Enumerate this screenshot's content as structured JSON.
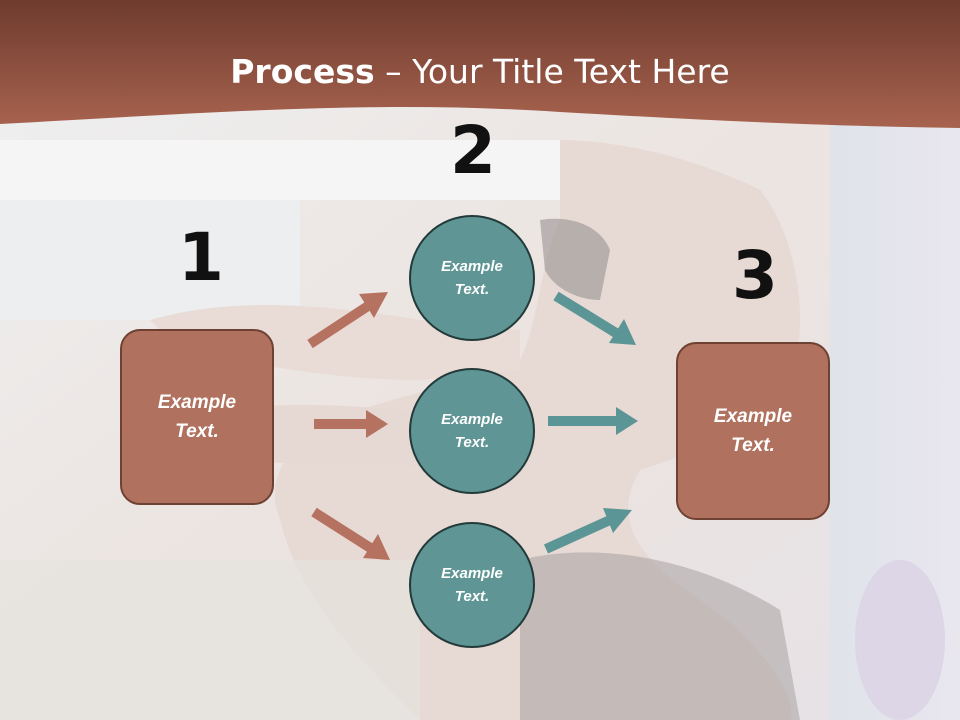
{
  "title": {
    "bold": "Process",
    "dash": " – ",
    "rest": "Your Title Text Here"
  },
  "step_numbers": [
    "1",
    "2",
    "3"
  ],
  "boxes": [
    {
      "line1": "Example",
      "line2": "Text."
    },
    {
      "line1": "Example",
      "line2": "Text."
    }
  ],
  "circles": [
    {
      "line1": "Example",
      "line2": "Text."
    },
    {
      "line1": "Example",
      "line2": "Text."
    },
    {
      "line1": "Example",
      "line2": "Text."
    }
  ],
  "colors": {
    "header": "#8a5040",
    "box_fill": "#b0725f",
    "circle_fill": "#5f9595",
    "arrow_left": "#b67260",
    "arrow_right": "#5c9595"
  }
}
